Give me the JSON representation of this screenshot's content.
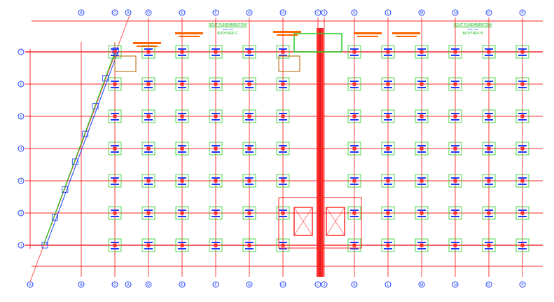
{
  "drawing": {
    "titles": [
      {
        "title": "RZUT FUNDAMENTÓW",
        "scale": "skala 1:100",
        "building": "BUDYNEK C"
      },
      {
        "title": "RZUT FUNDAMENTÓW",
        "scale": "skala 1:100",
        "building": "BUDYNEK B"
      }
    ],
    "columns": [
      "B",
      "C",
      "A",
      "D",
      "E",
      "F",
      "G",
      "H",
      "I",
      "J",
      "K",
      "L",
      "M",
      "N",
      "O",
      "P"
    ],
    "rows": [
      "7",
      "6",
      "5",
      "4",
      "3",
      "2",
      "1"
    ],
    "corner_axis": "A",
    "colors": {
      "grid": "#ff2a2a",
      "axis_bubble": "#1a3cff",
      "footing": "#22cc22",
      "label": "#1a3cff",
      "note": "#ff6600"
    }
  }
}
